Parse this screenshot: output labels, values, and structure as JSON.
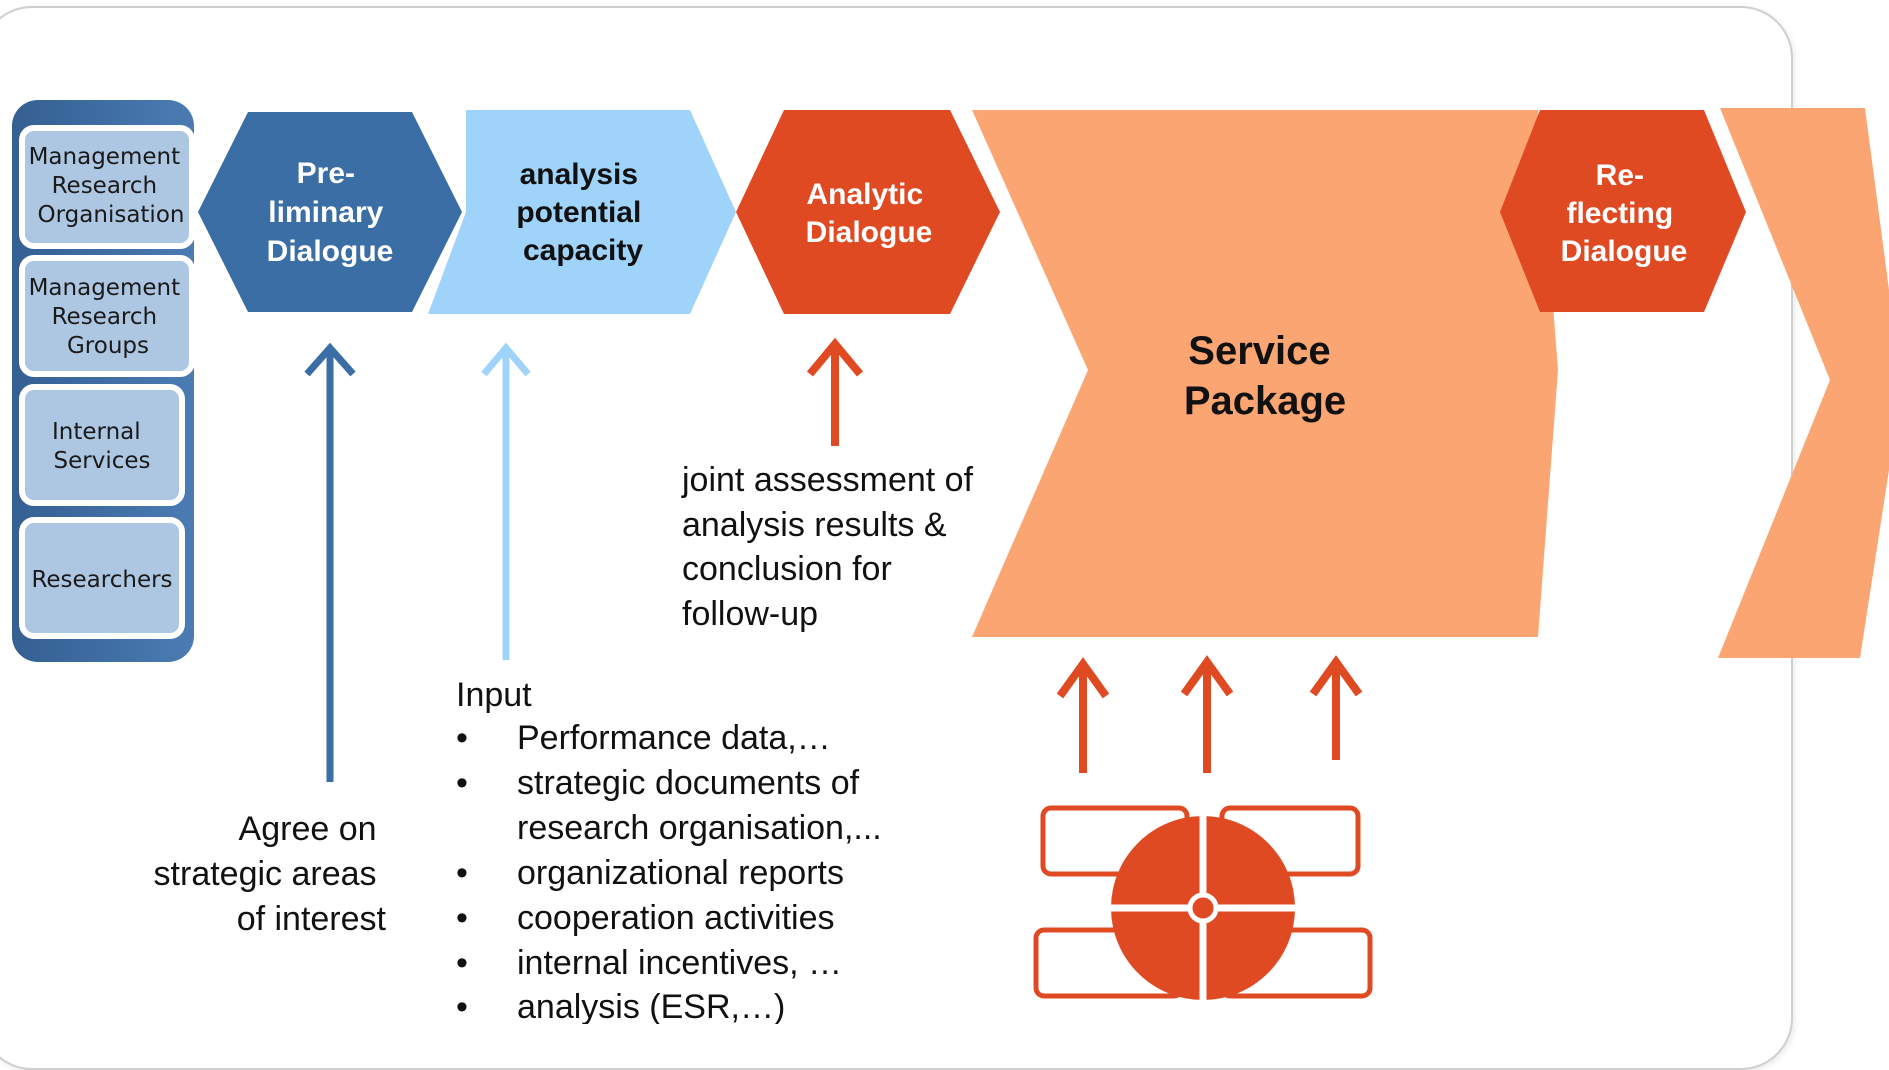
{
  "stakeholders": [
    [
      "Management",
      "Research",
      "Organisation"
    ],
    [
      "Management",
      "Research",
      "Groups"
    ],
    [
      "Internal",
      "Services"
    ],
    [
      "Researchers"
    ]
  ],
  "process": {
    "preliminary": [
      "Pre-",
      "liminary",
      "Dialogue"
    ],
    "analysis": [
      "analysis",
      "potential",
      "capacity"
    ],
    "analytic": [
      "Analytic",
      "Dialogue"
    ],
    "service": [
      "Service",
      "Package"
    ],
    "reflecting": [
      "Re-",
      "flecting",
      "Dialogue"
    ]
  },
  "notes": {
    "agree": [
      "Agree on",
      "strategic areas",
      "of interest"
    ],
    "joint": [
      "joint assessment of",
      "analysis results &",
      "conclusion for",
      "follow-up"
    ],
    "input_title": "Input",
    "input_items": [
      [
        "Performance data,…"
      ],
      [
        "strategic documents of",
        "research organisation,..."
      ],
      [
        "organizational reports"
      ],
      [
        "cooperation activities"
      ],
      [
        "internal incentives, …"
      ],
      [
        "analysis (ESR,…)"
      ]
    ],
    "bullet": "•"
  },
  "icons": [
    "circle-quadrant-icon"
  ],
  "colors": {
    "dark_blue": "#3a6ea5",
    "light_blue": "#9fd3fa",
    "red_orange": "#e04a23",
    "light_orange": "#fba572",
    "box_fill": "#adc6e2",
    "panel": "#3f6fa5"
  }
}
